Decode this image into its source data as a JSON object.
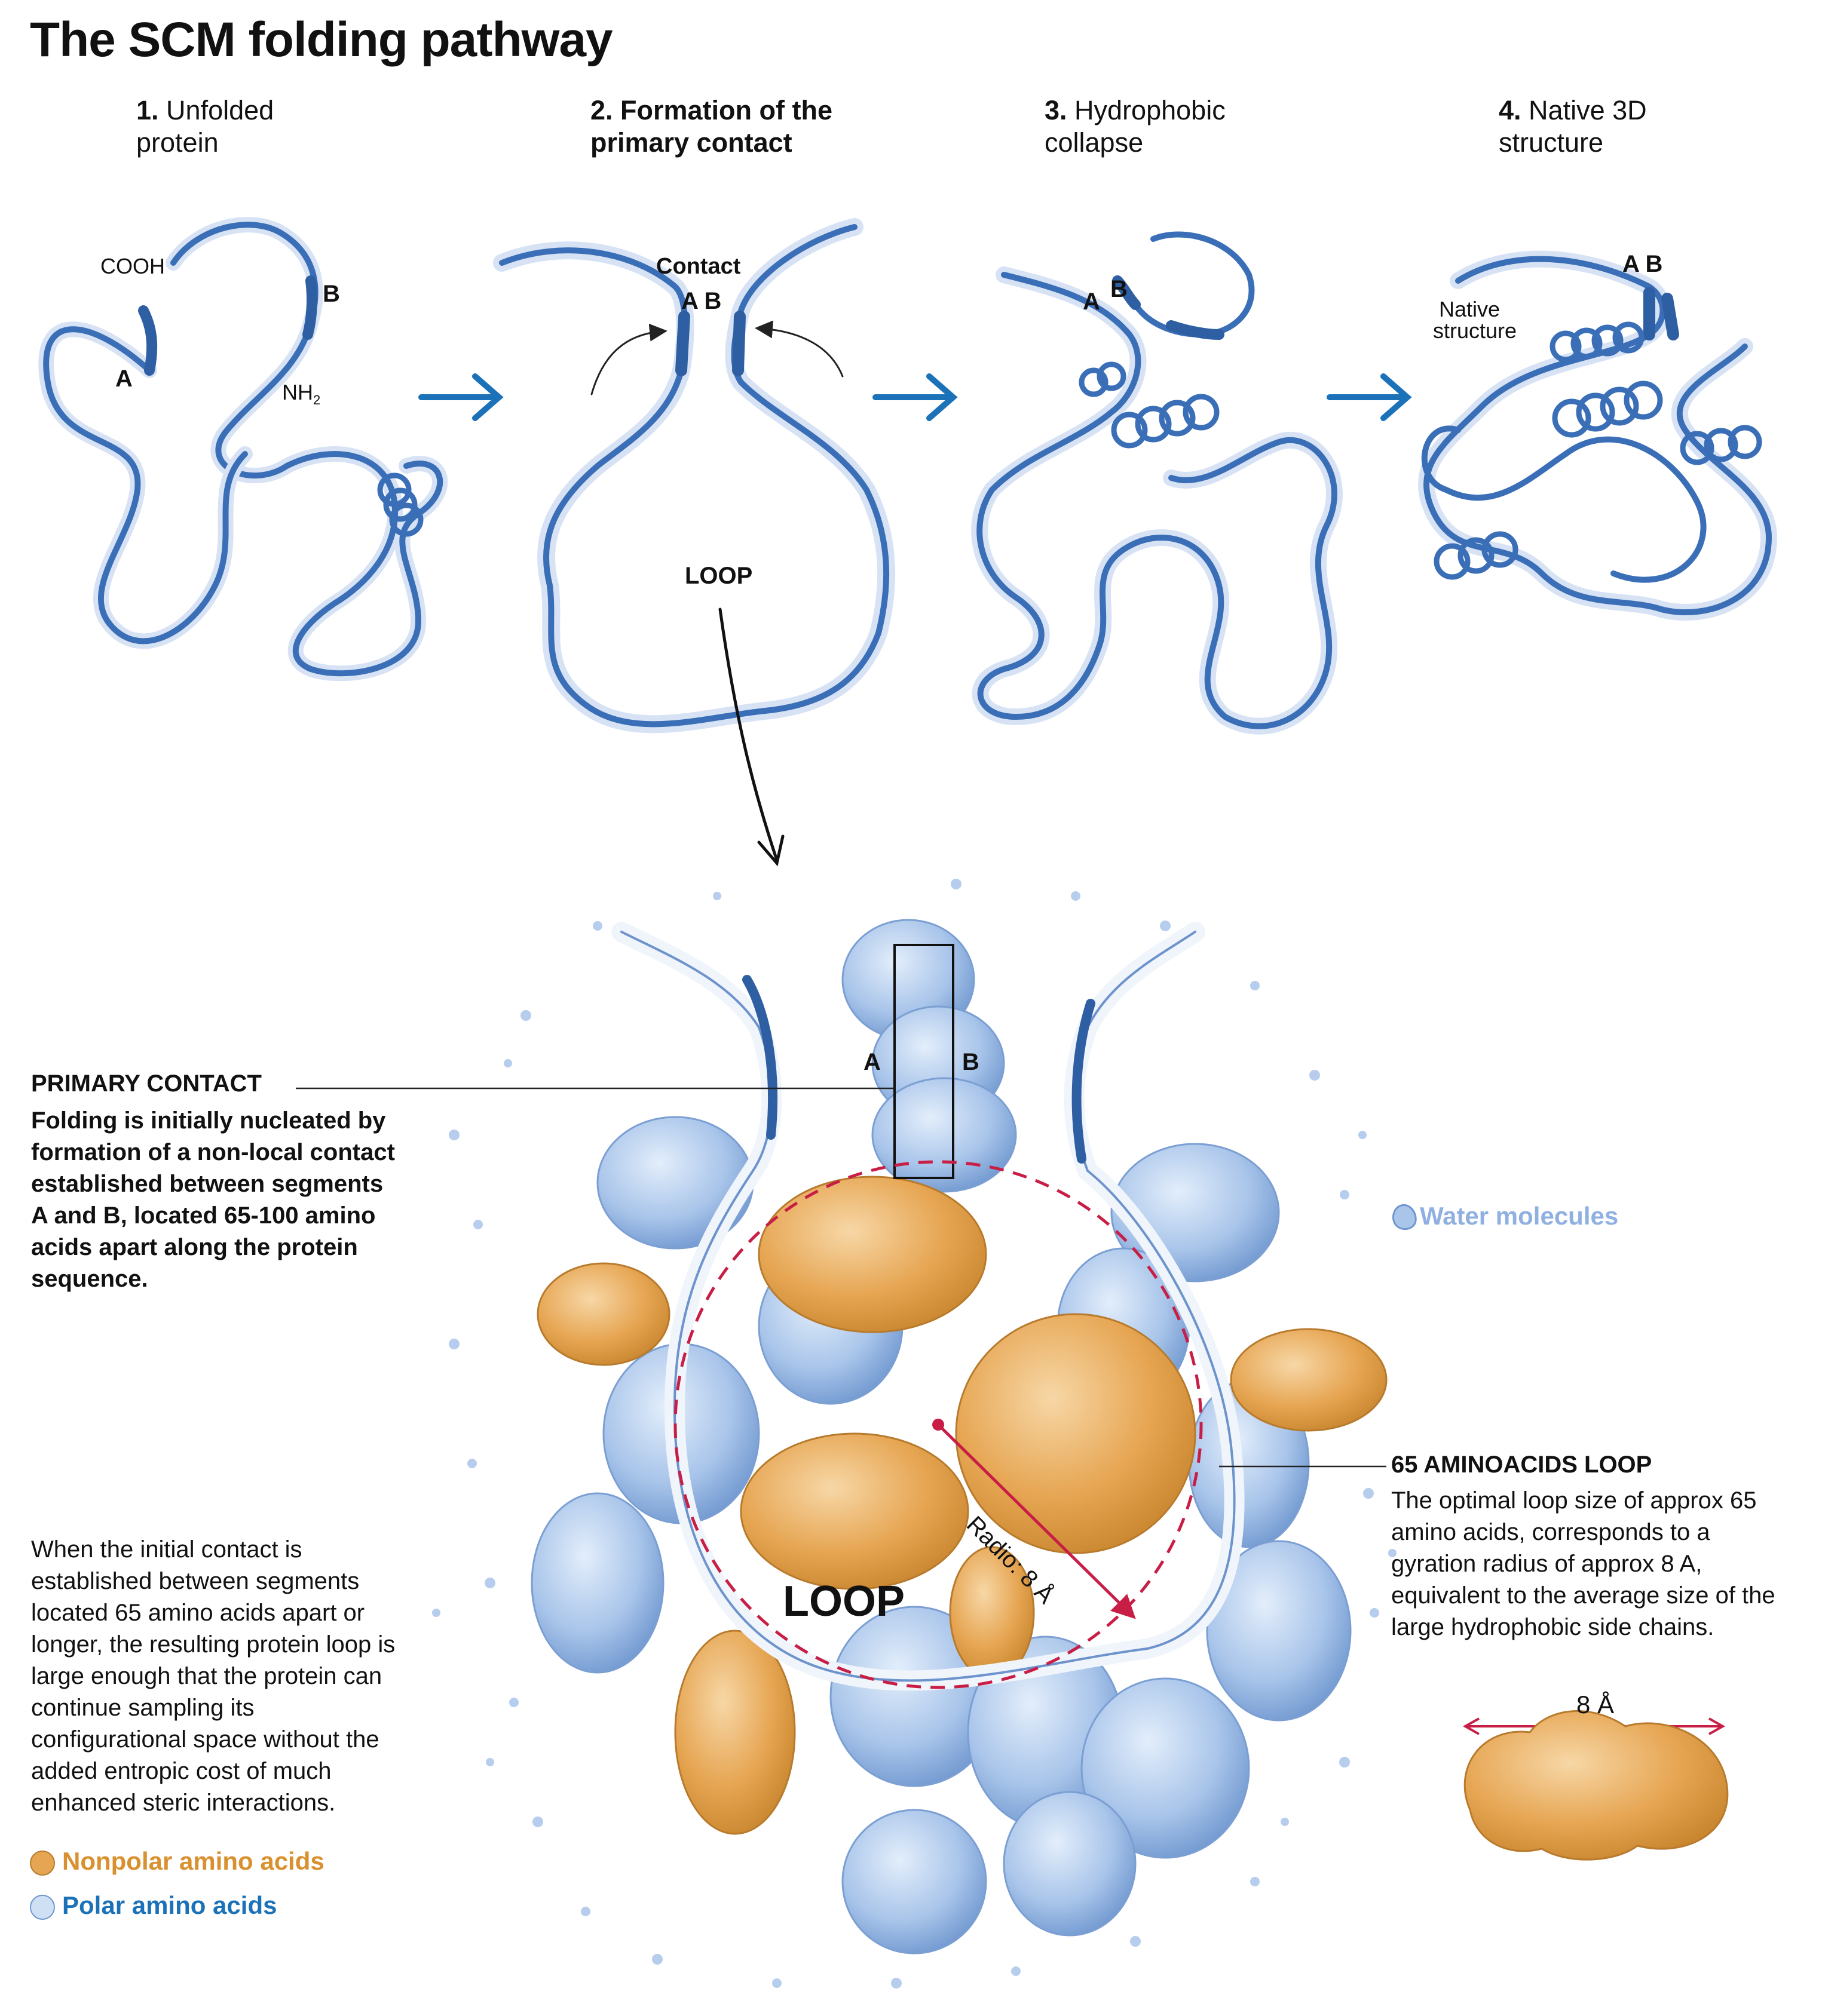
{
  "title": "The SCM folding pathway",
  "steps": [
    {
      "num": "1.",
      "text_line1": "Unfolded",
      "text_line2": "protein"
    },
    {
      "num": "2.",
      "text_line1": "Formation of the",
      "text_line2": "primary contact"
    },
    {
      "num": "3.",
      "text_line1": "Hydrophobic",
      "text_line2": "collapse"
    },
    {
      "num": "4.",
      "text_line1": "Native 3D",
      "text_line2": "structure"
    }
  ],
  "labels": {
    "cooh": "COOH",
    "nh2": "NH",
    "nh2_sub": "2",
    "a": "A",
    "b": "B",
    "contact": "Contact",
    "ab": "A B",
    "loop_small": "LOOP",
    "native_structure_1": "Native",
    "native_structure_2": "structure",
    "loop_big": "LOOP",
    "radius": "Radio: 8 Å",
    "eight_a": "8 Å",
    "water": "Water molecules"
  },
  "primary_contact": {
    "heading": "PRIMARY CONTACT",
    "lines": [
      "Folding is initially nucleated by",
      "formation of a non-local contact",
      "established between segments",
      "A and B, located 65-100 amino",
      "acids apart along the protein",
      "sequence."
    ]
  },
  "loop_note": {
    "heading": "65 AMINOACIDS LOOP",
    "lines": [
      "The optimal loop size of approx 65",
      "amino acids, corresponds to a",
      "gyration radius of approx 8 A,",
      "equivalent to the average size of the",
      "large hydrophobic side chains."
    ]
  },
  "left_note": {
    "lines": [
      "When the initial contact is",
      "established between segments",
      "located 65 amino acids apart or",
      "longer, the resulting protein loop is",
      "large enough that the protein can",
      "continue sampling its",
      "configurational space without the",
      "added entropic cost of much",
      "enhanced steric interactions."
    ]
  },
  "legend": {
    "nonpolar": "Nonpolar amino acids",
    "polar": "Polar amino acids"
  },
  "colors": {
    "protein_blue": "#3a6fb8",
    "arrow_blue": "#1b72b8",
    "nonpolar_orange": "#e3a34f",
    "polar_blue": "#9dbde6",
    "water_blue": "#7ea7dc",
    "loop_red": "#c81e45"
  }
}
